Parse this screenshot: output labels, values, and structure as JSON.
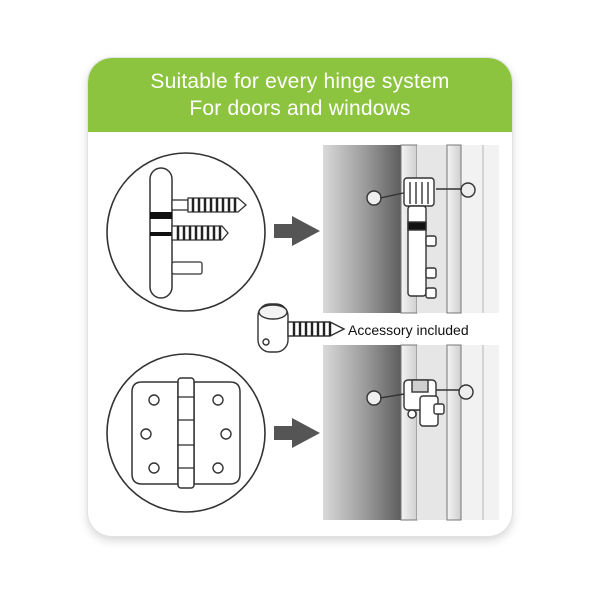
{
  "banner": {
    "line1": "Suitable for every hinge system",
    "line2": "For doors and windows"
  },
  "accessory": {
    "label": "Accessory included"
  },
  "colors": {
    "banner_green": "#8dc43f",
    "outline": "#333333",
    "arrow": "#555555"
  }
}
